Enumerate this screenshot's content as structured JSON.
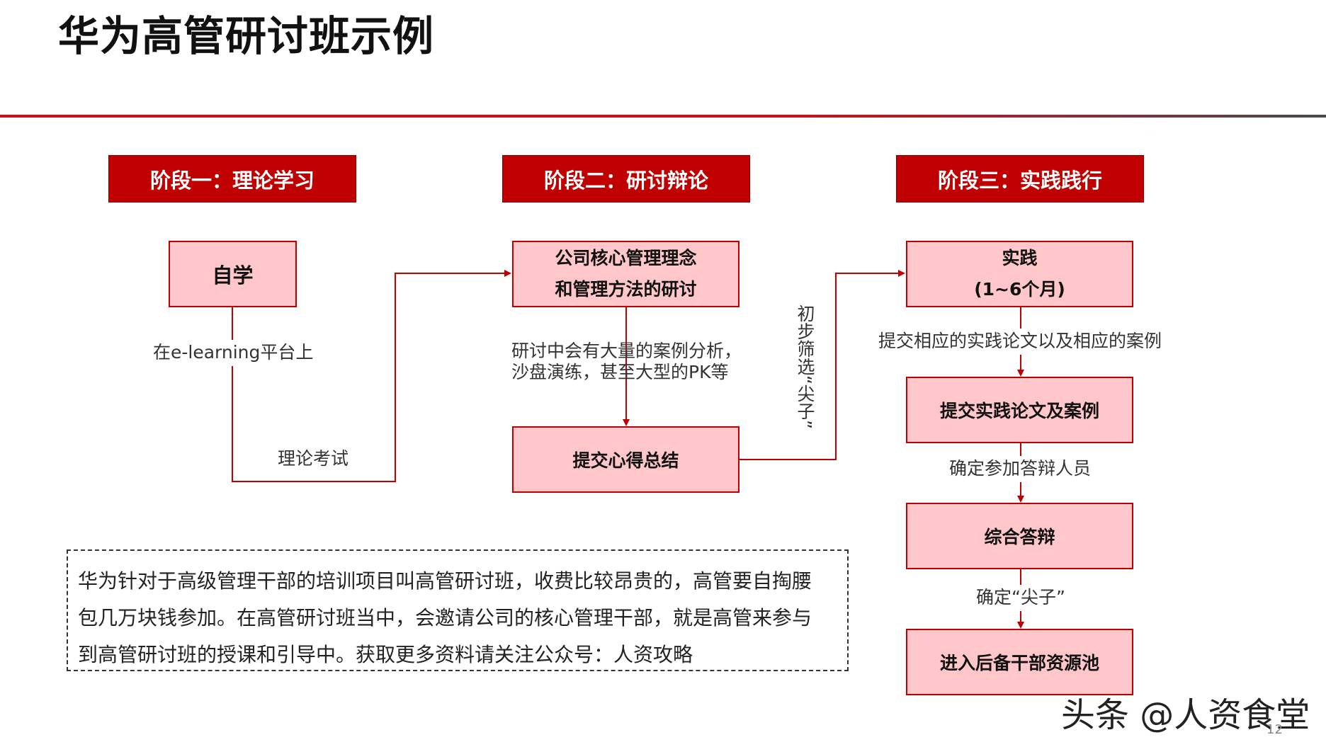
{
  "title": "华为高管研讨班示例",
  "stages": [
    {
      "label": "阶段一：理论学习"
    },
    {
      "label": "阶段二：研讨辩论"
    },
    {
      "label": "阶段三：实践践行"
    }
  ],
  "boxes": {
    "self_study": "自学",
    "core_mgmt_line1": "公司核心管理理念",
    "core_mgmt_line2": "和管理方法的研讨",
    "summary": "提交心得总结",
    "practice_line1": "实践",
    "practice_line2": "(1~6个月)",
    "submit_paper": "提交实践论文及案例",
    "defense": "综合答辩",
    "reserve_pool": "进入后备干部资源池"
  },
  "labels": {
    "elearning": "在e-learning平台上",
    "theory_exam": "理论考试",
    "discussion_line1": "研讨中会有大量的案例分析，",
    "discussion_line2": "沙盘演练，甚至大型的PK等",
    "initial_screening": "初步筛选“尖子”",
    "submit_related": "提交相应的实践论文以及相应的案例",
    "determine_participants": "确定参加答辩人员",
    "determine_top": "确定“尖子”"
  },
  "note": {
    "line1": "华为针对于高级管理干部的培训项目叫高管研讨班，收费比较昂贵的，高管要自掏腰",
    "line2": "包几万块钱参加。在高管研讨班当中，会邀请公司的核心管理干部，就是高管来参与",
    "line3": "到高管研讨班的授课和引导中。获取更多资料请关注公众号：人资攻略"
  },
  "watermark": "头条 @人资食堂",
  "page_number": "12",
  "colors": {
    "stage_fill": "#c00000",
    "box_fill": "#ffc7c9",
    "box_border": "#c00000",
    "connector": "#c00000"
  }
}
